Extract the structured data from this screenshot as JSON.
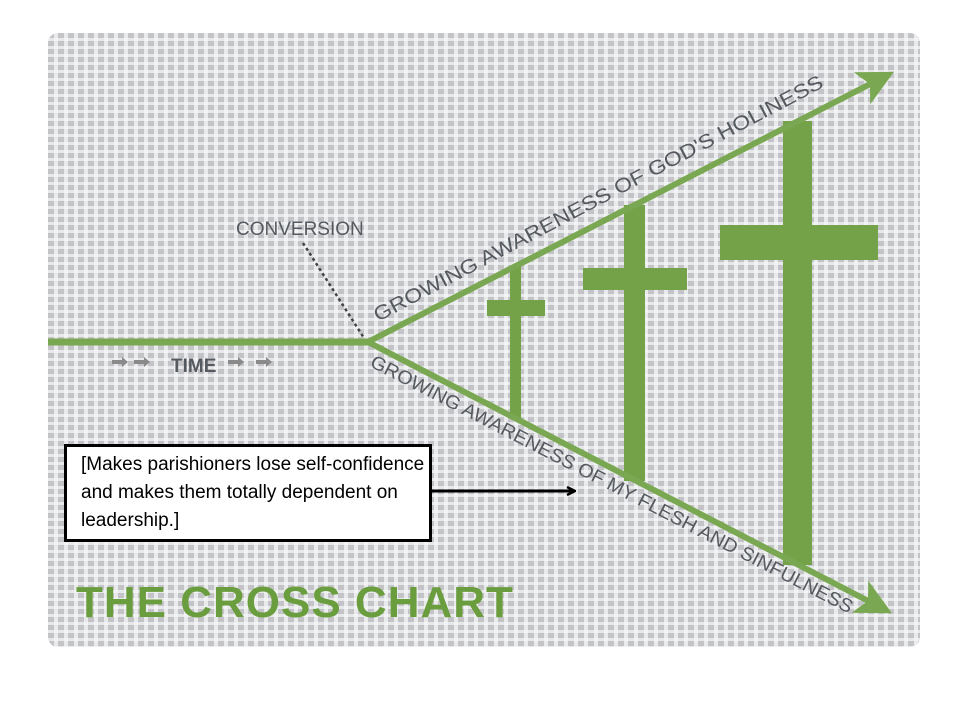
{
  "diagram": {
    "title": "THE CROSS CHART",
    "conversion_label": "CONVERSION",
    "time_label": "TIME",
    "upper_arm_label": "GROWING AWARENESS OF GOD'S HOLINESS",
    "lower_arm_label": "GROWING AWARENESS OF MY FLESH AND SINFULNESS",
    "crosses": [
      "small",
      "medium",
      "large"
    ]
  },
  "callout": {
    "text": "[Makes parishioners lose self-confidence and makes them totally dependent on leadership.]"
  },
  "colors": {
    "green": "#7aa852",
    "title_green": "#6a9d3e",
    "label_gray": "#555a60"
  }
}
